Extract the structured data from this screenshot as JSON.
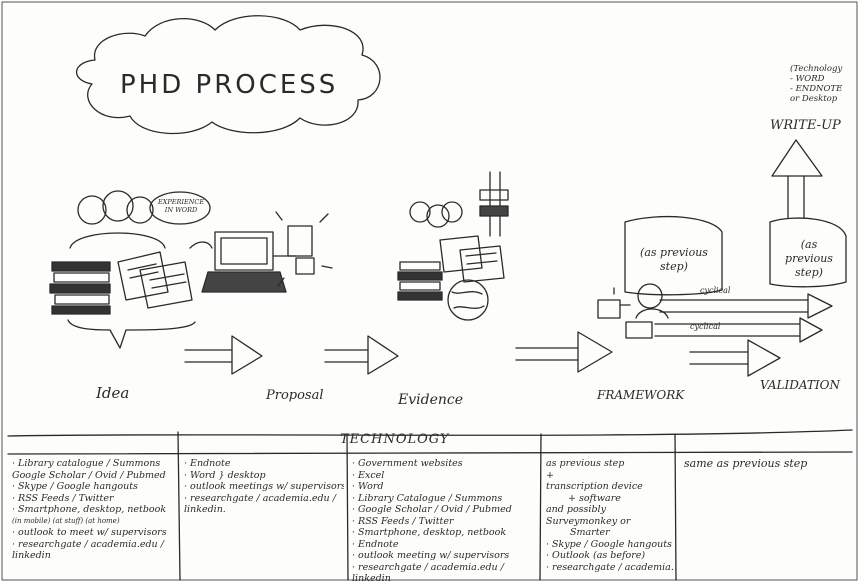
{
  "title": "PHD PROCESS",
  "writeup": {
    "label": "WRITE-UP",
    "note_lines": [
      "(Technology",
      "- WORD",
      "- ENDNOTE",
      "or Desktop"
    ]
  },
  "stages": [
    {
      "label": "Idea"
    },
    {
      "label": "Proposal"
    },
    {
      "label": "Evidence"
    },
    {
      "label": "FRAMEWORK"
    },
    {
      "label": "VALIDATION"
    }
  ],
  "bubbles": {
    "experience": "EXPERIENCE IN WORD",
    "framework_step": "(as previous step)",
    "validation_step": "(as previous step)"
  },
  "arrows": {
    "cyclical_1": "cyclical",
    "cyclical_2": "cyclical"
  },
  "technology": {
    "title": "TECHNOLOGY",
    "columns": [
      {
        "lines": [
          "· Library catalogue / Summons",
          "  Google Scholar / Ovid / Pubmed",
          "· Skype / Google hangouts",
          "· RSS Feeds / Twitter",
          "· Smartphone, desktop, netbook",
          "  (in mobile) (at stuff) (at home)",
          "· outlook to meet w/ supervisors",
          "· researchgate / academia.edu /",
          "  linkedin"
        ]
      },
      {
        "lines": [
          "· Endnote",
          "· Word   } desktop",
          "· outlook meetings w/ supervisors",
          "· researchgate / academia.edu /",
          "  linkedin."
        ]
      },
      {
        "lines": [
          "· Government websites",
          "· Excel",
          "· Word",
          "· Library Catalogue / Summons",
          "· Google Scholar / Ovid / Pubmed",
          "· RSS Feeds / Twitter",
          "· Smartphone, desktop, netbook",
          "· Endnote",
          "· outlook meeting w/ supervisors",
          "· researchgate / academia.edu /",
          "  linkedin"
        ]
      },
      {
        "lines": [
          "as previous step",
          "+",
          "transcription device",
          "+ software",
          "and possibly",
          "Surveymonkey or",
          "Smarter",
          "· Skype / Google hangouts",
          "· Outlook (as before)",
          "· researchgate / academia.edu /"
        ]
      },
      {
        "lines": [
          "same as previous step"
        ]
      }
    ]
  }
}
